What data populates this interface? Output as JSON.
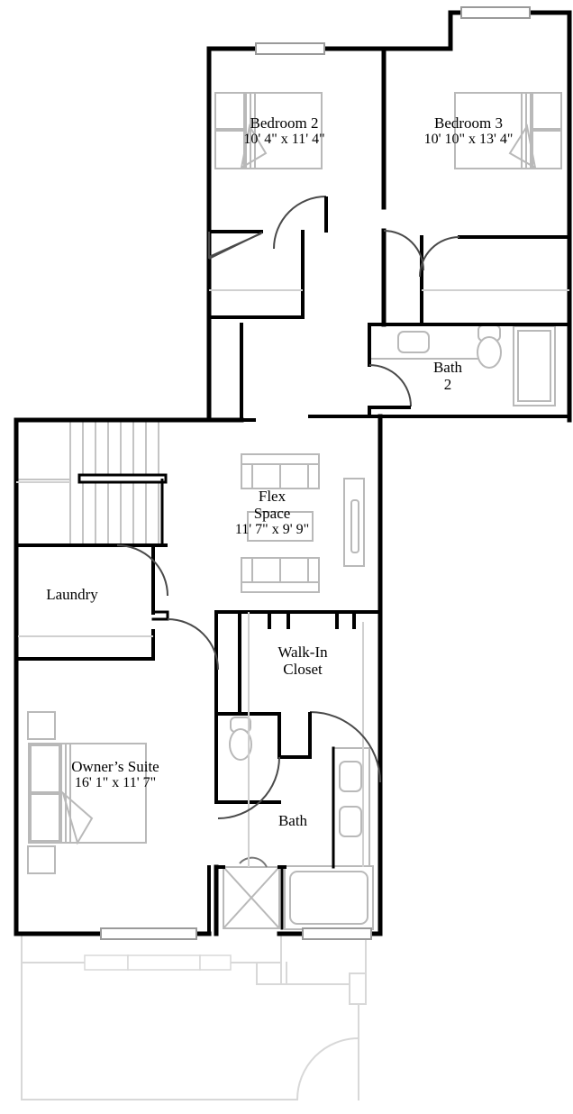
{
  "document": {
    "type": "residential-floor-plan",
    "level": "Second Floor"
  },
  "colors": {
    "wall": "#000000",
    "furniture": "#b9b9b9",
    "door_swing": "#555555",
    "ghost_outline": "#d8d8d8",
    "background": "#ffffff",
    "text": "#000000"
  },
  "rooms": [
    {
      "key": "bedroom2",
      "name": "Bedroom 2",
      "dimensions": "10' 4\" x 11' 4\""
    },
    {
      "key": "bedroom3",
      "name": "Bedroom 3",
      "dimensions": "10' 10\" x 13' 4\""
    },
    {
      "key": "bath2",
      "name": "Bath",
      "dimensions": "2"
    },
    {
      "key": "flex",
      "name": "Flex Space",
      "dimensions": "11' 7\" x 9' 9\""
    },
    {
      "key": "laundry",
      "name": "Laundry",
      "dimensions": ""
    },
    {
      "key": "walkin",
      "name": "Walk-In Closet",
      "dimensions": ""
    },
    {
      "key": "owners",
      "name": "Owner's Suite",
      "dimensions": "16' 1\" x 11' 7\""
    },
    {
      "key": "bath1",
      "name": "Bath",
      "dimensions": ""
    }
  ],
  "labels": {
    "bedroom2_name": "Bedroom 2",
    "bedroom2_dims": "10' 4\" x 11' 4\"",
    "bedroom3_name": "Bedroom 3",
    "bedroom3_dims": "10' 10\" x 13' 4\"",
    "bath2_name": "Bath",
    "bath2_number": "2",
    "flex_line1": "Flex",
    "flex_line2": "Space",
    "flex_dims": "11' 7\" x 9' 9\"",
    "laundry_name": "Laundry",
    "walkin_line1": "Walk-In",
    "walkin_line2": "Closet",
    "owners_name": "Owner’s Suite",
    "owners_dims": "16' 1\" x 11' 7\"",
    "bath1_name": "Bath"
  },
  "fixtures": [
    {
      "room": "bedroom2",
      "items": [
        "bed",
        "nightstand",
        "pillows"
      ]
    },
    {
      "room": "bedroom3",
      "items": [
        "bed",
        "nightstand",
        "pillows"
      ]
    },
    {
      "room": "bath2",
      "items": [
        "vanity-sink",
        "toilet",
        "bathtub"
      ]
    },
    {
      "room": "flex",
      "items": [
        "sofa-top",
        "sofa-bottom",
        "coffee-table",
        "media-console"
      ]
    },
    {
      "room": "owners",
      "items": [
        "bed",
        "nightstand-upper",
        "nightstand-lower",
        "pillows"
      ]
    },
    {
      "room": "bath1",
      "items": [
        "double-vanity",
        "water-closet-toilet",
        "shower",
        "bathtub"
      ]
    },
    {
      "room": "laundry",
      "items": [
        "counter"
      ]
    }
  ],
  "circulation": {
    "stairs": {
      "present": true,
      "treads": 12,
      "railing": true
    },
    "doors": 8,
    "windows": 6
  }
}
